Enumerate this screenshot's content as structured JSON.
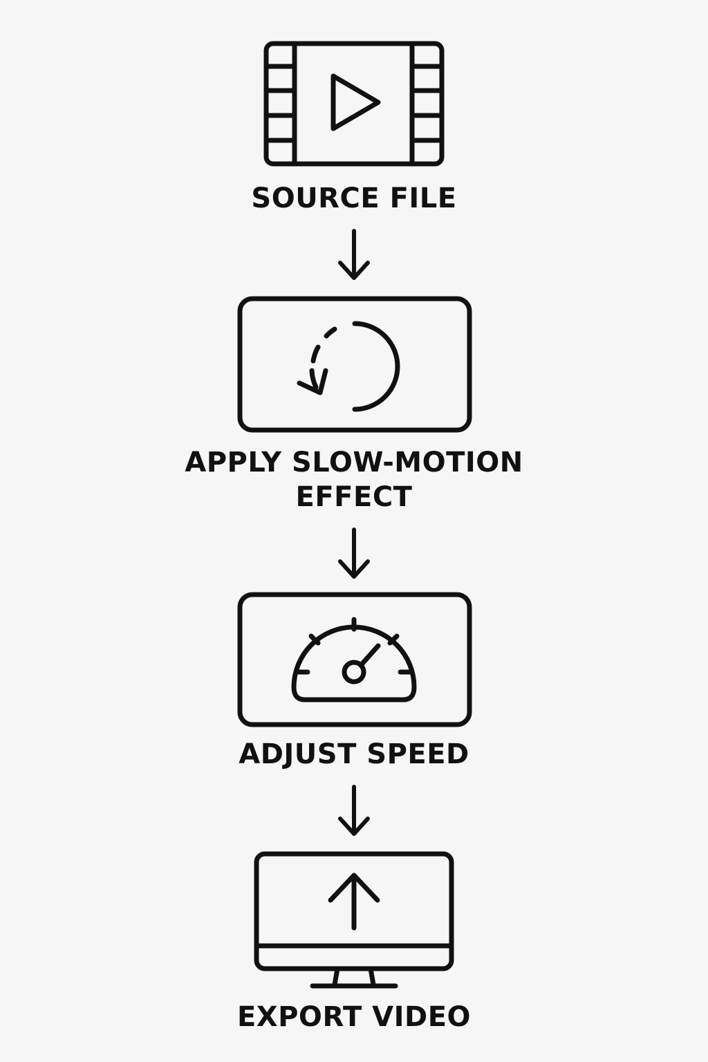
{
  "diagram": {
    "stroke_color": "#111111",
    "background": "#f6f6f6",
    "steps": [
      {
        "label": "SOURCE FILE",
        "icon": "film-play-icon"
      },
      {
        "label": "APPLY SLOW-MOTION EFFECT",
        "label_lines": [
          "APPLY SLOW-MOTION",
          "EFFECT"
        ],
        "icon": "circular-arrow-icon"
      },
      {
        "label": "ADJUST SPEED",
        "icon": "speedometer-icon"
      },
      {
        "label": "EXPORT VIDEO",
        "icon": "monitor-upload-icon"
      }
    ],
    "connectors": [
      "down-arrow",
      "down-arrow",
      "down-arrow"
    ]
  }
}
